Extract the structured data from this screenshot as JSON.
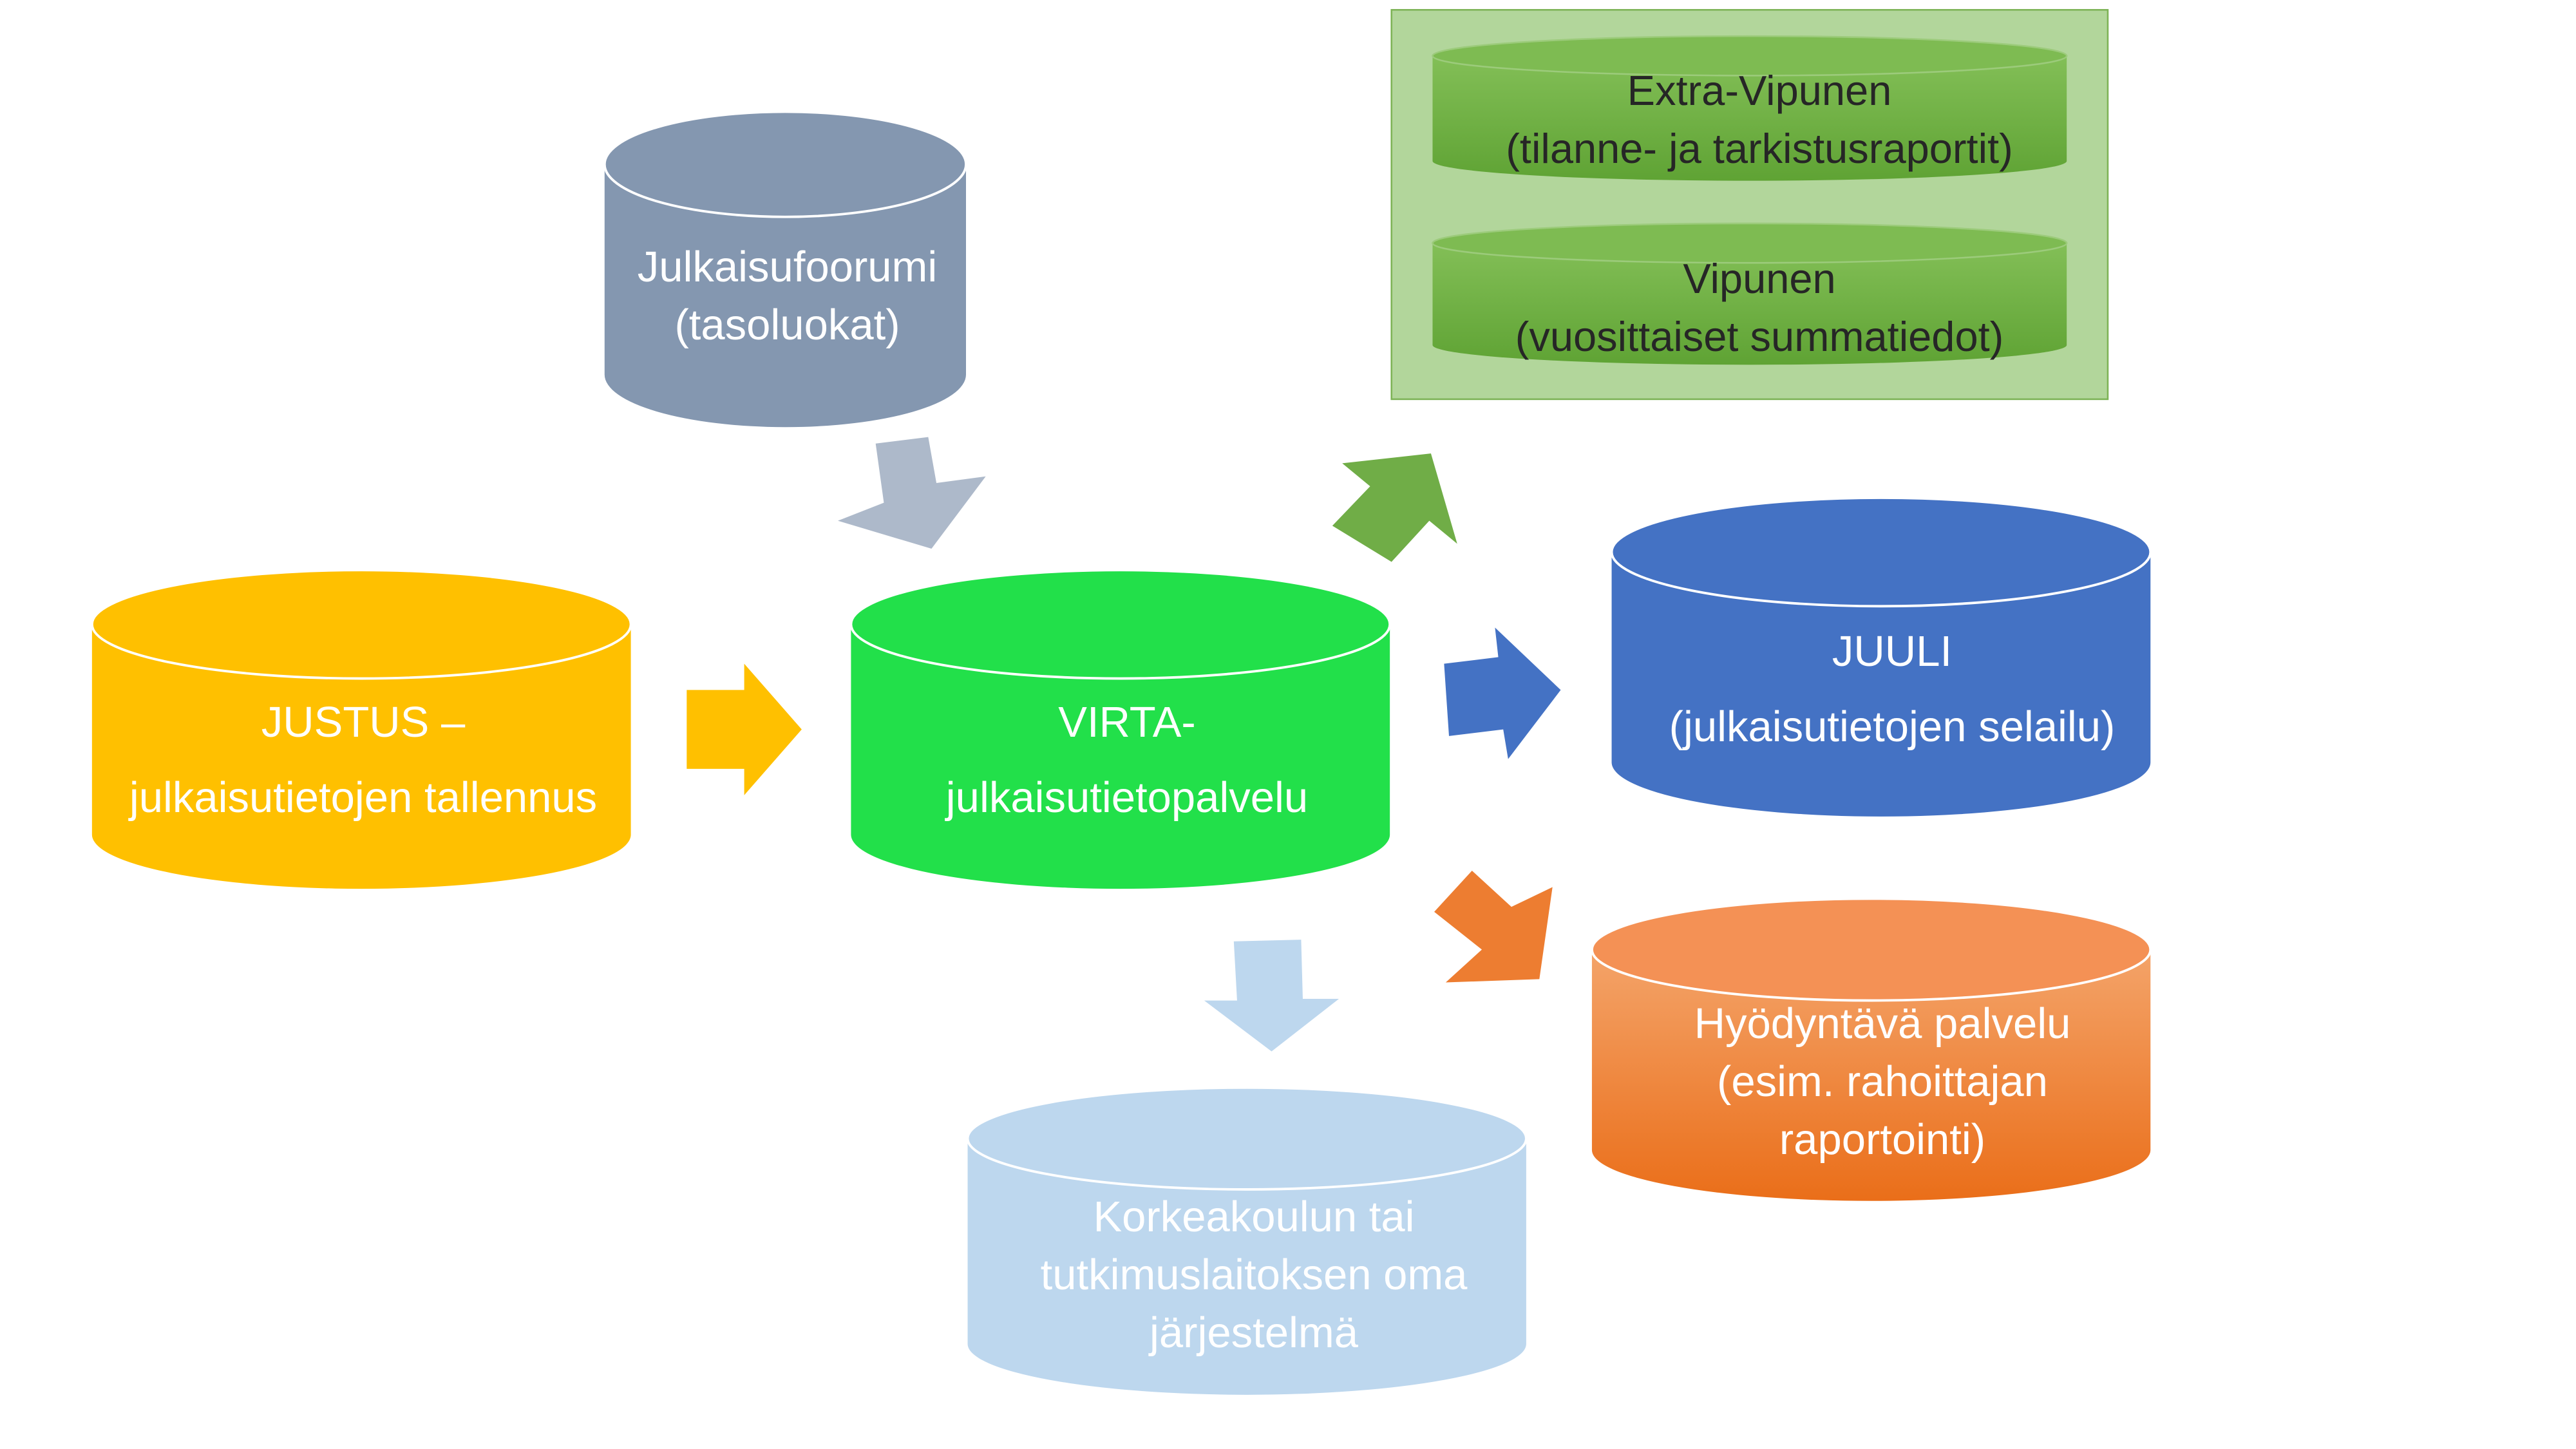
{
  "colors": {
    "justus": "#FFC000",
    "virta": "#22E04A",
    "julkaisufoorumi": "#8497B0",
    "juuli": "#4472C4",
    "hyodyntava": "#F07B2D",
    "korkeakoulu": "#BDD7EE",
    "vipunen_panel": "#A9D18E",
    "vipunen_db": "#70AD47",
    "text_light": "#ffffff",
    "text_dark": "#262626"
  },
  "nodes": {
    "justus": {
      "line1": "JUSTUS –",
      "line2": "julkaisutietojen tallennus"
    },
    "virta": {
      "line1": "VIRTA-",
      "line2": "julkaisutietopalvelu"
    },
    "julkaisufoorumi": {
      "line1": "Julkaisufoorumi",
      "line2": "(tasoluokat)"
    },
    "juuli": {
      "line1": "JUULI",
      "line2": "(julkaisutietojen selailu)"
    },
    "hyodyntava": {
      "line1": "Hyödyntävä palvelu",
      "line2": "(esim. rahoittajan",
      "line3": "raportointi)"
    },
    "korkeakoulu": {
      "line1": "Korkeakoulun tai",
      "line2": "tutkimuslaitoksen oma",
      "line3": "järjestelmä"
    },
    "extra_vipunen": {
      "line1": "Extra-Vipunen",
      "line2": "(tilanne- ja tarkistusraportit)"
    },
    "vipunen": {
      "line1": "Vipunen",
      "line2": "(vuosittaiset summatiedot)"
    }
  }
}
